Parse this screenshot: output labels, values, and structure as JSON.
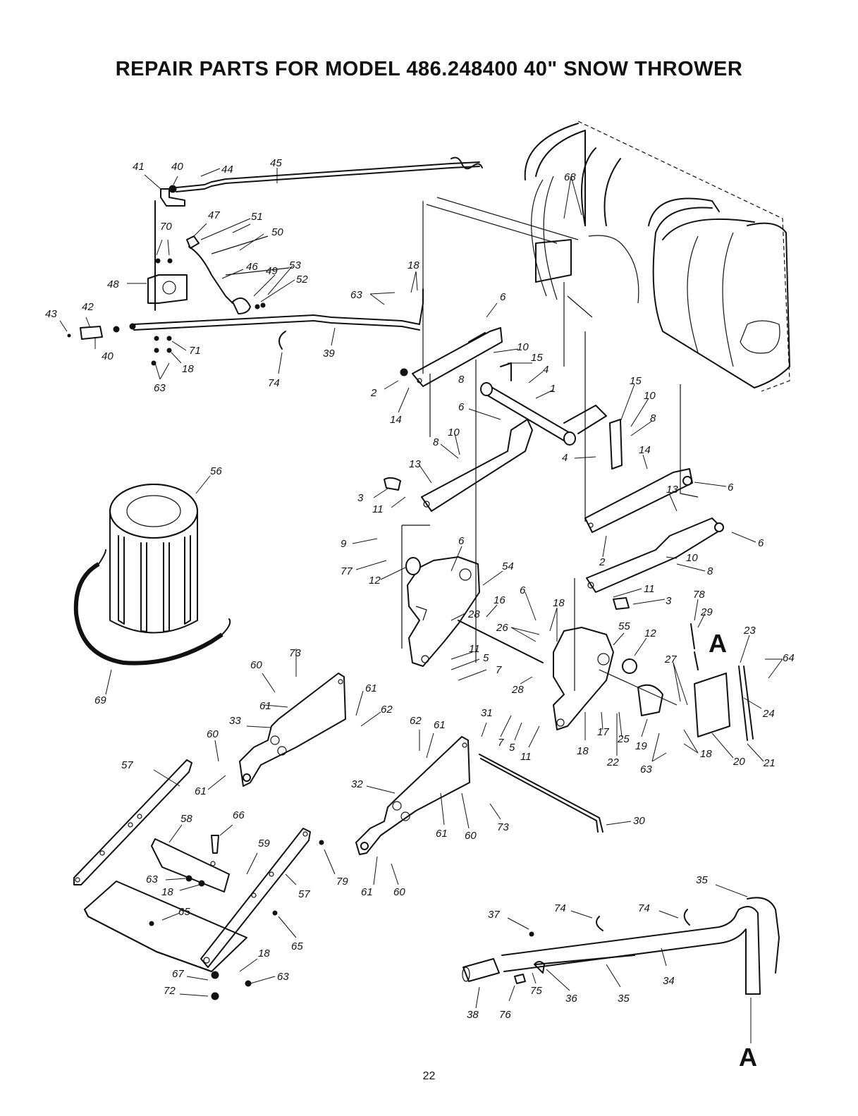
{
  "title": "REPAIR PARTS FOR MODEL 486.248400 40\" SNOW THROWER",
  "page_number": "22",
  "section_marks": [
    "A",
    "A"
  ],
  "callouts": [
    "41",
    "40",
    "44",
    "45",
    "70",
    "47",
    "51",
    "50",
    "48",
    "46",
    "49",
    "53",
    "52",
    "42",
    "43",
    "40",
    "71",
    "18",
    "63",
    "74",
    "39",
    "18",
    "63",
    "68",
    "6",
    "10",
    "15",
    "8",
    "4",
    "1",
    "2",
    "14",
    "6",
    "10",
    "8",
    "13",
    "15",
    "10",
    "8",
    "14",
    "4",
    "6",
    "3",
    "11",
    "13",
    "6",
    "9",
    "77",
    "12",
    "6",
    "54",
    "2",
    "10",
    "8",
    "11",
    "3",
    "78",
    "29",
    "16",
    "6",
    "18",
    "28",
    "26",
    "55",
    "12",
    "23",
    "64",
    "27",
    "11",
    "5",
    "7",
    "28",
    "24",
    "56",
    "69",
    "73",
    "60",
    "61",
    "61",
    "62",
    "33",
    "62",
    "61",
    "31",
    "7",
    "5",
    "11",
    "18",
    "17",
    "25",
    "19",
    "22",
    "63",
    "18",
    "20",
    "21",
    "60",
    "57",
    "61",
    "32",
    "61",
    "60",
    "73",
    "30",
    "58",
    "66",
    "59",
    "63",
    "18",
    "79",
    "57",
    "61",
    "60",
    "65",
    "65",
    "35",
    "74",
    "74",
    "37",
    "18",
    "67",
    "63",
    "72",
    "36",
    "75",
    "76",
    "38",
    "35",
    "34"
  ]
}
